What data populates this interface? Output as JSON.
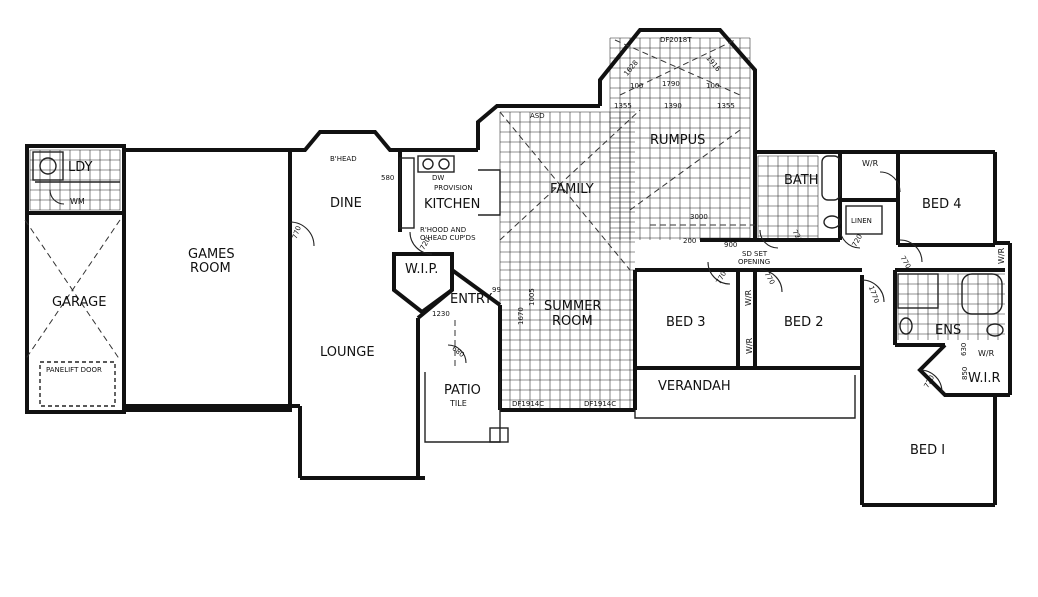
{
  "rooms": {
    "ldy": "LDY",
    "wm": "WM",
    "garage": "GARAGE",
    "panelift": "PANELIFT DOOR",
    "games1": "GAMES",
    "games2": "ROOM",
    "dine": "DINE",
    "lounge": "LOUNGE",
    "kitchen": "KITCHEN",
    "wip": "W.I.P.",
    "entry": "ENTRY",
    "patio": "PATIO",
    "tile": "TILE",
    "family": "FAMILY",
    "rumpus": "RUMPUS",
    "summer1": "SUMMER",
    "summer2": "ROOM",
    "bath": "BATH",
    "wr1": "W/R",
    "linen": "LINEN",
    "bed4": "BED 4",
    "bed3": "BED 3",
    "bed2": "BED 2",
    "verandah": "VERANDAH",
    "ens": "ENS",
    "wr2": "W/R",
    "wir": "W.I.R",
    "bed1": "BED I",
    "wr3": "W/R",
    "wr4": "W/R",
    "wr5": "W/R"
  },
  "notes": {
    "bhead": "B'HEAD",
    "dw": "DW",
    "provision": "PROVISION",
    "rhood": "R'HOOD AND",
    "ohead": "O'HEAD CUP'DS",
    "sdset": "SD SET",
    "opening": "OPENING",
    "asd": "ASD",
    "df2018t": "DF2018T",
    "df1914c1": "DF1914C",
    "df1914c2": "DF1914C"
  },
  "dims": {
    "d580": "580",
    "d770a": "770",
    "d720k": "720",
    "d1230": "1230",
    "d99": "99",
    "d1670": "1670",
    "d1005": "1005",
    "d3000": "3000",
    "d200": "200",
    "d900": "900",
    "d770b": "770",
    "d770c": "770",
    "d770d": "770",
    "d720b": "720",
    "d720c": "720",
    "d1770": "1770",
    "d720e": "720",
    "d850": "850",
    "d630": "630",
    "d1355a": "1355",
    "d1355b": "1355",
    "d1390": "1390",
    "d1790": "1790",
    "d100a": "100",
    "d100b": "100",
    "d1628": "1628",
    "d1916": "1916",
    "d680": "680"
  }
}
